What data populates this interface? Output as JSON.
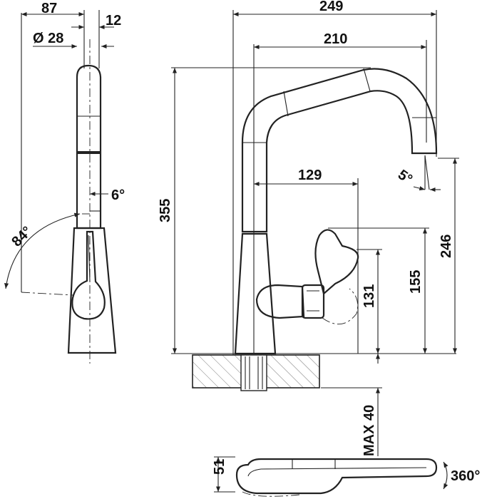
{
  "side_view": {
    "width_label": "87",
    "offset_label": "12",
    "diameter_label": "Ø 28",
    "spout_angle_label": "6°",
    "lever_angle_label": "84°"
  },
  "front_view": {
    "overall_width_label": "249",
    "reach_label": "210",
    "total_height_label": "355",
    "handle_reach_label": "129",
    "outlet_angle_label": "5°",
    "outlet_height_label": "246",
    "handle_height_label": "155",
    "body_height_label": "131",
    "max_thickness_label": "MAX 40"
  },
  "top_view": {
    "depth_label": "51",
    "rotation_label": "360°"
  },
  "colors": {
    "ink": "#222222",
    "hatch": "#555555",
    "background": "#ffffff"
  }
}
